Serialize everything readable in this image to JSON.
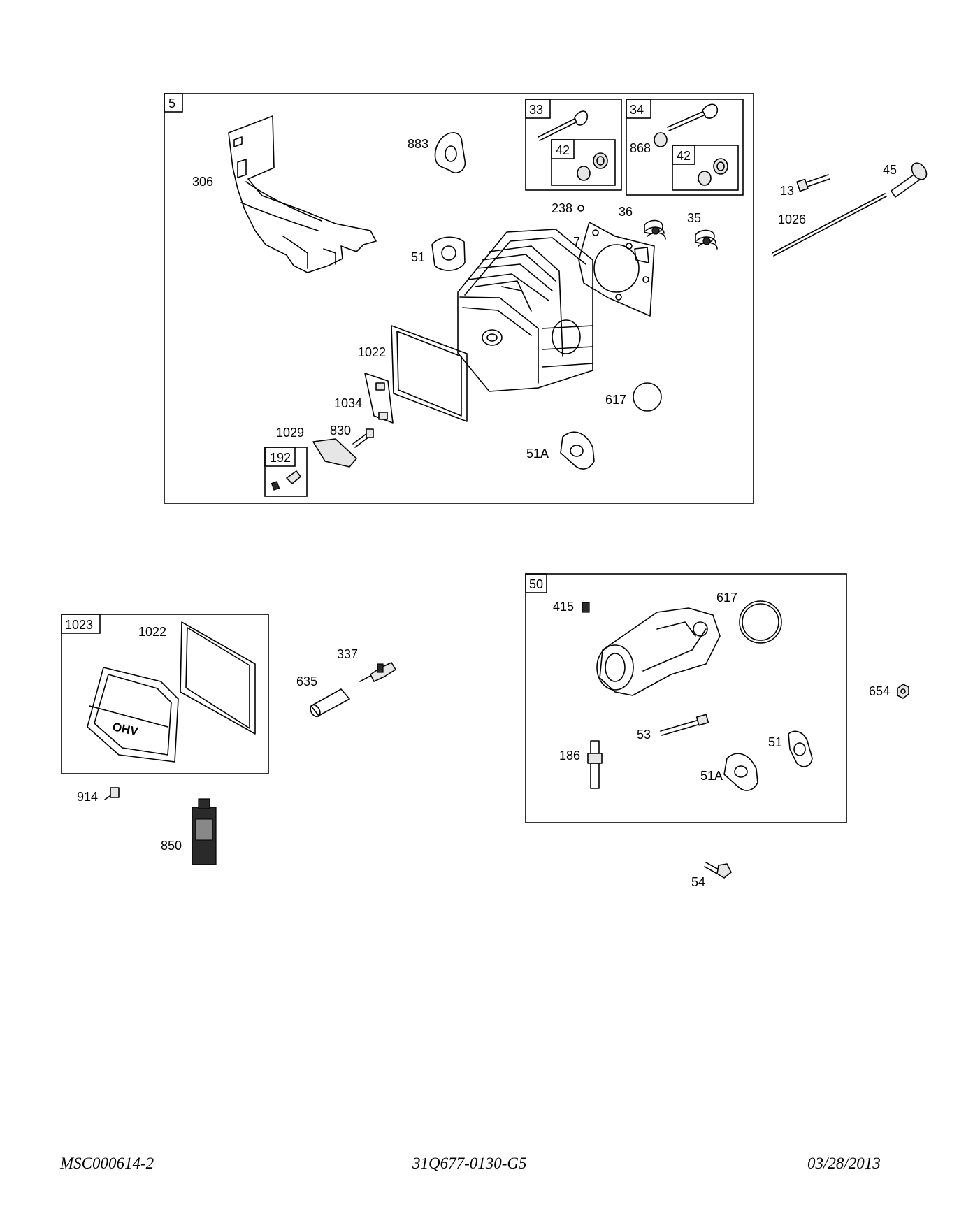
{
  "diagram": {
    "group_boxes": {
      "head": "5",
      "valve_intake": "33",
      "valve_exhaust": "34",
      "seal_a": "42",
      "seal_b": "42",
      "breather": "192",
      "cover": "1023",
      "intake": "50"
    },
    "callouts": {
      "c306": "306",
      "c883": "883",
      "c868": "868",
      "c13": "13",
      "c45": "45",
      "c1026": "1026",
      "c238": "238",
      "c36": "36",
      "c35": "35",
      "c7": "7",
      "c51": "51",
      "c1022": "1022",
      "c1034": "1034",
      "c617": "617",
      "c1029": "1029",
      "c830": "830",
      "c51A": "51A",
      "c1022b": "1022",
      "c337": "337",
      "c635": "635",
      "c914": "914",
      "c850": "850",
      "c415": "415",
      "c617b": "617",
      "c654": "654",
      "c53": "53",
      "c186": "186",
      "c51b": "51",
      "c51Ab": "51A",
      "c54": "54"
    }
  },
  "footer": {
    "left": "MSC000614-2",
    "center": "31Q677-0130-G5",
    "right": "03/28/2013"
  }
}
